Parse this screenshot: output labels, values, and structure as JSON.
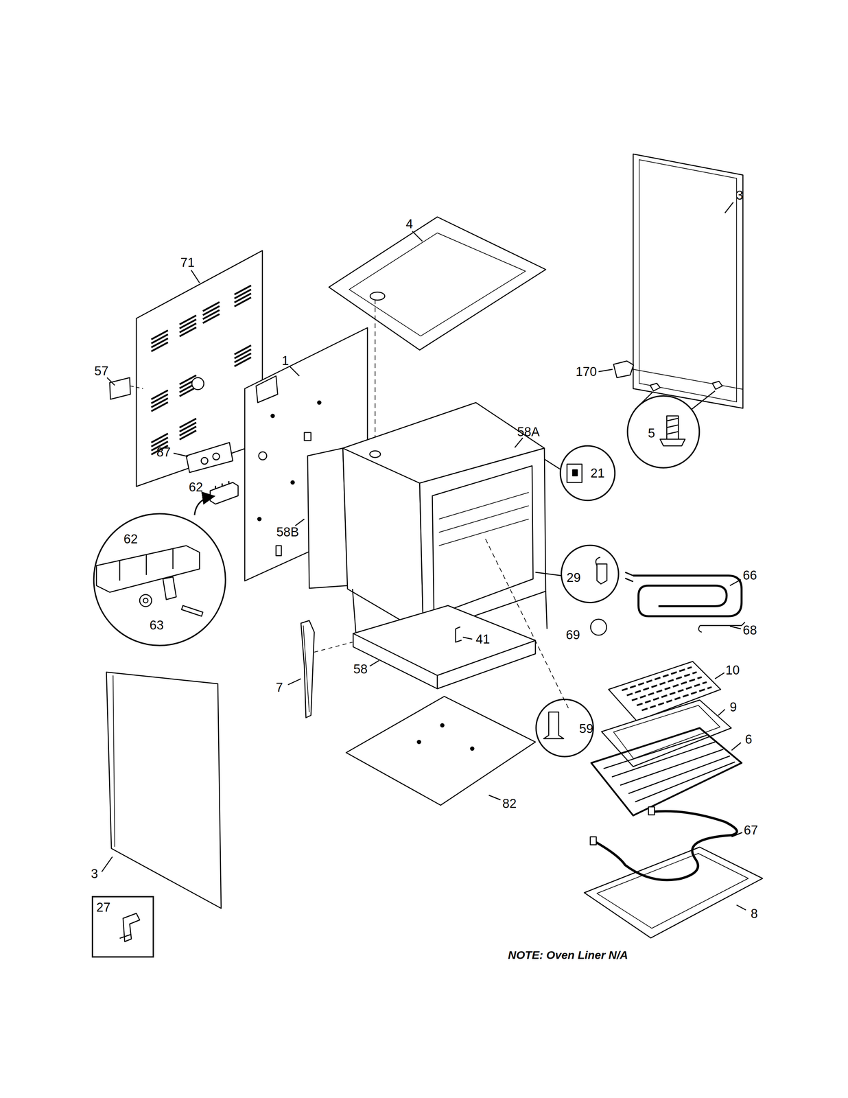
{
  "diagram": {
    "nodes": [
      {
        "text": [
          "5"
        ]
      },
      {
        "text": [
          "21"
        ]
      },
      {
        "text": [
          "62",
          "63"
        ]
      },
      {
        "text": [
          "29"
        ]
      },
      {
        "text": [
          "59"
        ]
      },
      {
        "text": [
          "27"
        ]
      }
    ],
    "labels": [
      "3",
      "4",
      "71",
      "57",
      "1",
      "170",
      "58A",
      "87",
      "62",
      "66",
      "58B",
      "68",
      "41",
      "69",
      "7",
      "58",
      "10",
      "9",
      "6",
      "82",
      "67",
      "3",
      "8",
      "NOTE: Oven Liner N/A"
    ]
  }
}
